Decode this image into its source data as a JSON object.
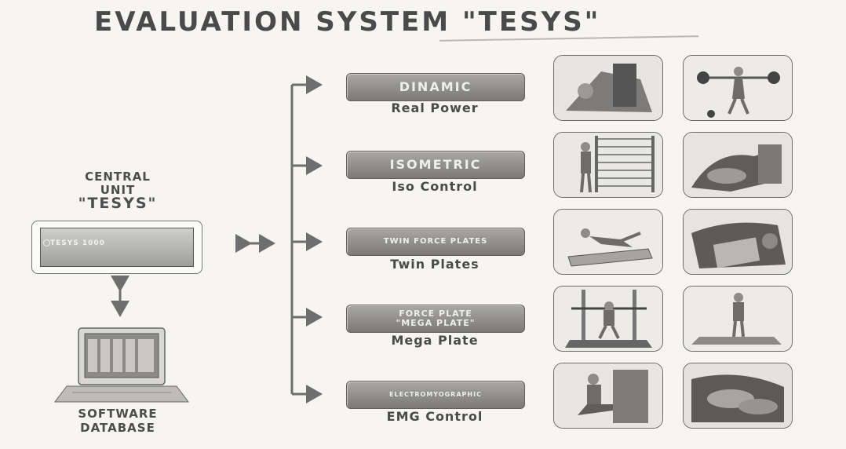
{
  "title": "EVALUATION SYSTEM  \"TESYS\"",
  "central_unit": {
    "line1": "CENTRAL",
    "line2": "UNIT",
    "line3": "\"TESYS\"",
    "device_label": "TESYS 1000"
  },
  "software": {
    "line1": "SOFTWARE",
    "line2": "DATABASE"
  },
  "modules": [
    {
      "label": "DINAMIC",
      "sub": "Real Power"
    },
    {
      "label": "ISOMETRIC",
      "sub": "Iso Control"
    },
    {
      "label": "TWIN FORCE PLATES",
      "sub": "Twin Plates"
    },
    {
      "label_line1": "FORCE PLATE",
      "label_line2": "\"MEGA PLATE\"",
      "sub": "Mega Plate"
    },
    {
      "label": "ELECTROMYOGRAPHIC",
      "sub": "EMG Control"
    }
  ],
  "colors": {
    "background": "#f6f5f1",
    "module_fill": "#8f8e8c",
    "arrow": "#6e6e6e",
    "text": "#4a4a4a"
  }
}
